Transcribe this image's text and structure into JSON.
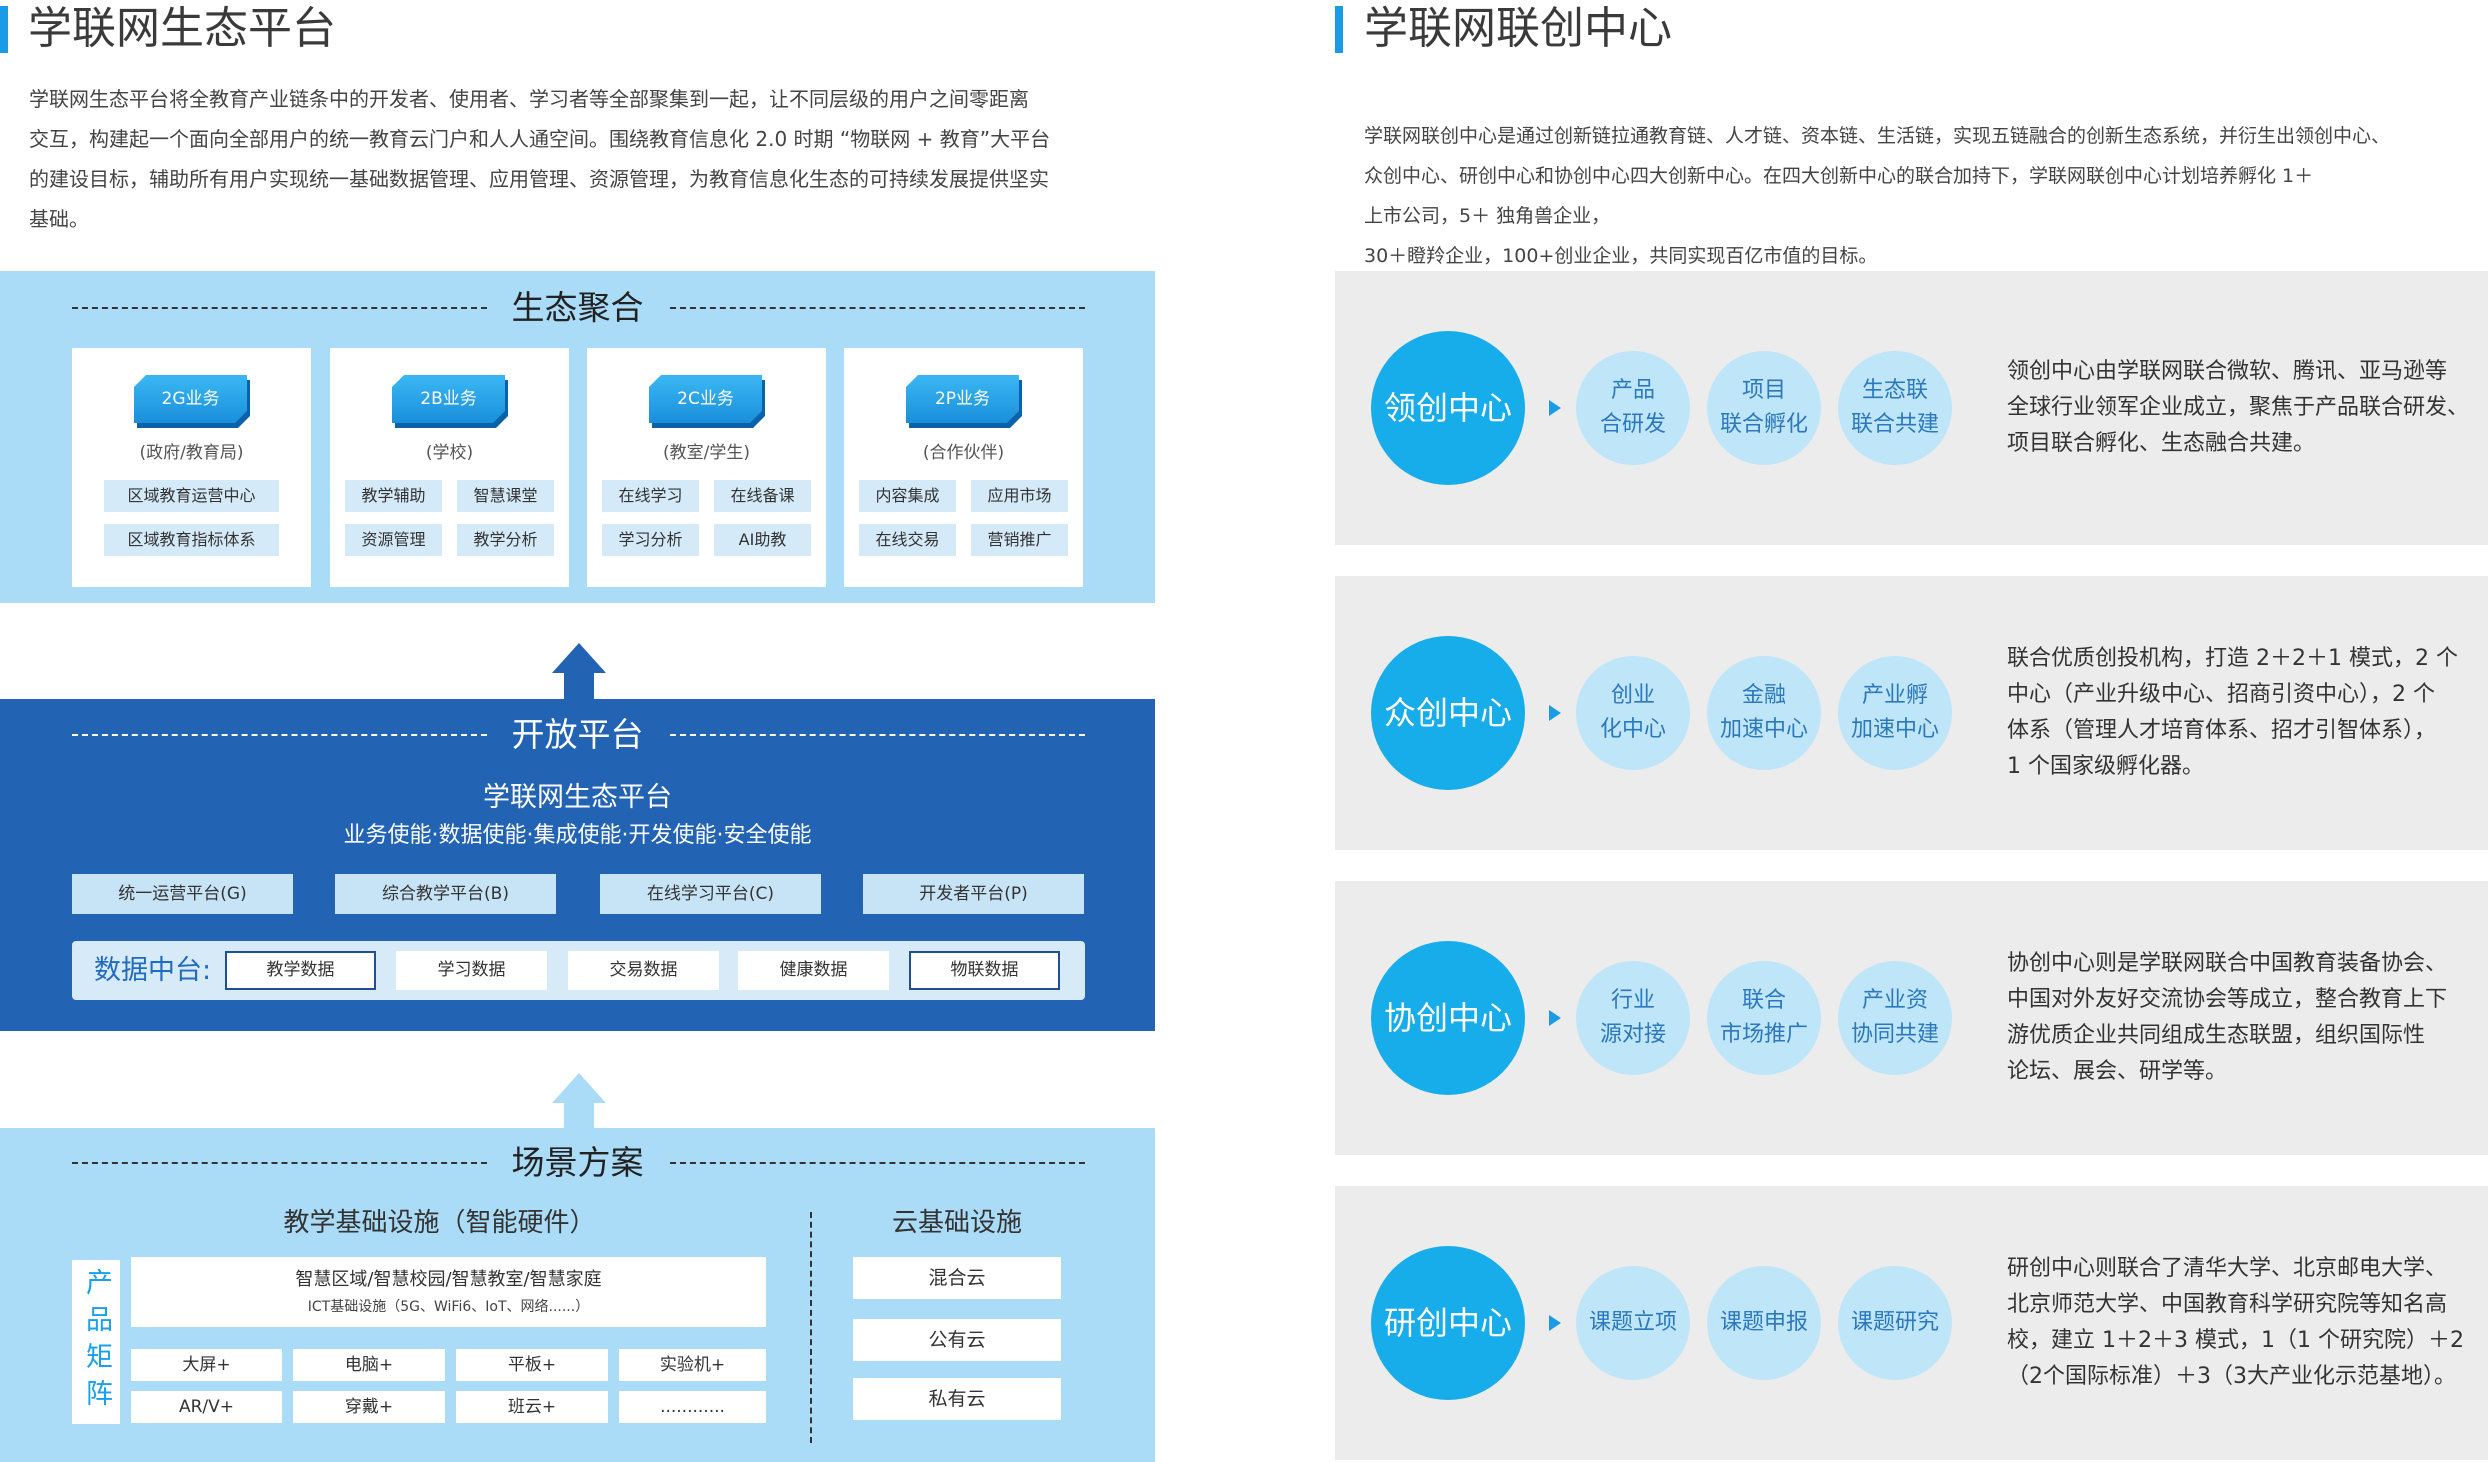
{
  "colors": {
    "accent": "#1a9be6",
    "panel_light": "#abdcf7",
    "panel_dark": "#2263b4",
    "circle_main": "#17acea",
    "circle_light": "#bfe5f9",
    "gray_panel": "#ececec"
  },
  "icons": {
    "flow_arrow": "arrow-up-icon",
    "center_pointer": "triangle-right-icon"
  },
  "left": {
    "title": "学联网生态平台",
    "intro_lines": [
      "学联网生态平台将全教育产业链条中的开发者、使用者、学习者等全部聚集到一起，让不同层级的用户之间零距离",
      "交互，构建起一个面向全部用户的统一教育云门户和人人通空间。围绕教育信息化 2.0 时期 “物联网 + 教育”大平台",
      "的建设目标，辅助所有用户实现统一基础数据管理、应用管理、资源管理，为教育信息化生态的可持续发展提供坚实",
      "基础。"
    ],
    "ecosystem": {
      "heading": "生态聚合",
      "cards": [
        {
          "badge": "2G业务",
          "subtitle": "(政府/教育局)",
          "items": [
            "区域教育运营中心",
            "区域教育指标体系"
          ]
        },
        {
          "badge": "2B业务",
          "subtitle": "(学校)",
          "items": [
            "教学辅助",
            "智慧课堂",
            "资源管理",
            "教学分析"
          ]
        },
        {
          "badge": "2C业务",
          "subtitle": "(教室/学生)",
          "items": [
            "在线学习",
            "在线备课",
            "学习分析",
            "AI助教"
          ]
        },
        {
          "badge": "2P业务",
          "subtitle": "(合作伙伴)",
          "items": [
            "内容集成",
            "应用市场",
            "在线交易",
            "营销推广"
          ]
        }
      ]
    },
    "open_platform": {
      "heading": "开放平台",
      "name": "学联网生态平台",
      "capabilities": "业务使能·数据使能·集成使能·开发使能·安全使能",
      "platforms": [
        "统一运营平台(G)",
        "综合教学平台(B)",
        "在线学习平台(C)",
        "开发者平台(P)"
      ],
      "data_center": {
        "label": "数据中台:",
        "items": [
          "教学数据",
          "学习数据",
          "交易数据",
          "健康数据",
          "物联数据"
        ]
      }
    },
    "scenarios": {
      "heading": "场景方案",
      "hardware_title": "教学基础设施（智能硬件）",
      "cloud_title": "云基础设施",
      "matrix_label": "产品矩阵",
      "smart_line": "智慧区域/智慧校园/智慧教室/智慧家庭",
      "ict_line": "ICT基础设施（5G、WiFi6、IoT、网络......）",
      "devices": [
        [
          "大屏+",
          "电脑+",
          "平板+",
          "实验机+"
        ],
        [
          "AR/V+",
          "穿戴+",
          "班云+",
          "............"
        ]
      ],
      "clouds": [
        "混合云",
        "公有云",
        "私有云"
      ]
    }
  },
  "right": {
    "title": "学联网联创中心",
    "intro_lines": [
      "学联网联创中心是通过创新链拉通教育链、人才链、资本链、生活链，实现五链融合的创新生态系统，并衍生出领创中心、",
      "众创中心、研创中心和协创中心四大创新中心。在四大创新中心的联合加持下，学联网联创中心计划培养孵化 1＋",
      "上市公司，5＋ 独角兽企业，",
      "30＋瞪羚企业，100+创业企业，共同实现百亿市值的目标。"
    ],
    "centers": [
      {
        "name": "领创中心",
        "nodes": [
          [
            "产品",
            "合研发"
          ],
          [
            "项目",
            "联合孵化"
          ],
          [
            "生态联",
            "联合共建"
          ]
        ],
        "description": [
          "领创中心由学联网联合微软、腾讯、亚马逊等",
          "全球行业领军企业成立，聚焦于产品联合研发、",
          "项目联合孵化、生态融合共建。"
        ]
      },
      {
        "name": "众创中心",
        "nodes": [
          [
            "创业",
            "化中心"
          ],
          [
            "金融",
            "加速中心"
          ],
          [
            "产业孵",
            "加速中心"
          ]
        ],
        "description": [
          "联合优质创投机构，打造 2＋2＋1 模式，2 个",
          "中心（产业升级中心、招商引资中心），2 个",
          "体系（管理人才培育体系、招才引智体系），",
          "1 个国家级孵化器。"
        ]
      },
      {
        "name": "协创中心",
        "nodes": [
          [
            "行业",
            "源对接"
          ],
          [
            "联合",
            "市场推广"
          ],
          [
            "产业资",
            "协同共建"
          ]
        ],
        "description": [
          "协创中心则是学联网联合中国教育装备协会、",
          "中国对外友好交流协会等成立，整合教育上下",
          "游优质企业共同组成生态联盟，组织国际性",
          "论坛、展会、研学等。"
        ]
      },
      {
        "name": "研创中心",
        "nodes": [
          [
            "课题立项"
          ],
          [
            "课题申报"
          ],
          [
            "课题研究"
          ]
        ],
        "description": [
          "研创中心则联合了清华大学、北京邮电大学、",
          "北京师范大学、中国教育科学研究院等知名高",
          "校，建立 1＋2＋3 模式，1（1 个研究院）＋2",
          "（2个国际标准）＋3（3大产业化示范基地）。"
        ]
      }
    ]
  }
}
